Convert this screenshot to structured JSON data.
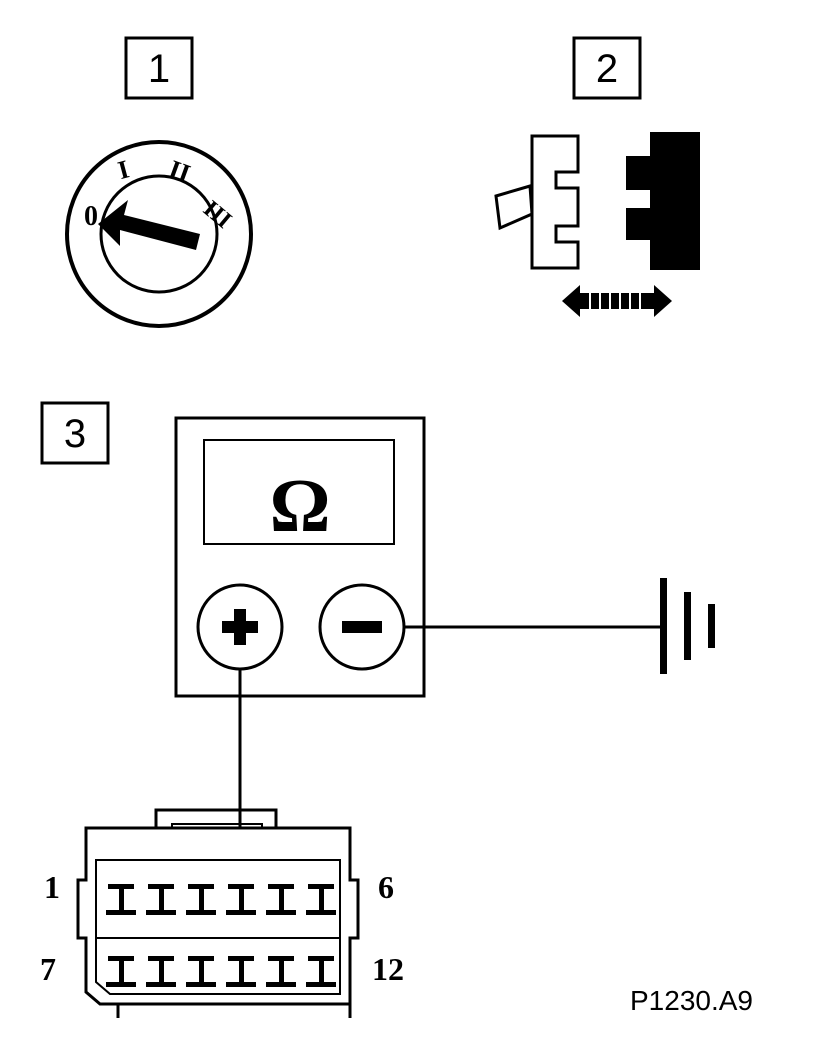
{
  "steps": [
    "1",
    "2",
    "3"
  ],
  "ignition": {
    "positions": [
      "0",
      "I",
      "II",
      "III"
    ]
  },
  "meter": {
    "symbol": "Ω",
    "plus": "+",
    "minus": "−"
  },
  "connector": {
    "top_left": "1",
    "top_right": "6",
    "bottom_left": "7",
    "bottom_right": "12"
  },
  "reference": "P1230.A9",
  "colors": {
    "ink": "#000000",
    "paper": "#ffffff"
  }
}
